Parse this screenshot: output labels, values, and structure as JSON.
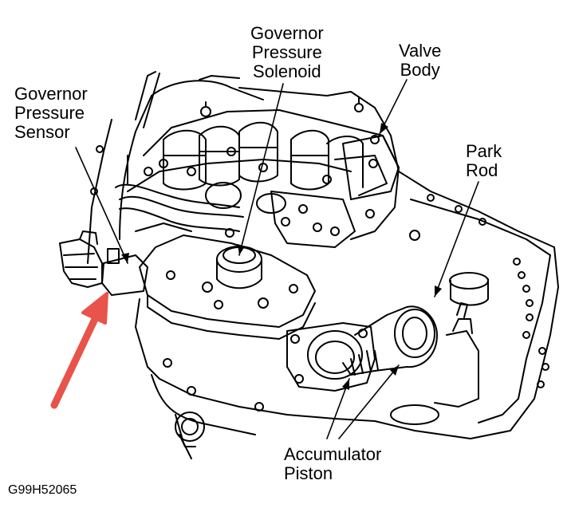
{
  "labels": {
    "governor_pressure_sensor": [
      "Governor",
      "Pressure",
      "Sensor"
    ],
    "governor_pressure_solenoid": [
      "Governor",
      "Pressure",
      "Solenoid"
    ],
    "valve_body": [
      "Valve",
      "Body"
    ],
    "park_rod": [
      "Park",
      "Rod"
    ],
    "accumulator_piston": [
      "Accumulator",
      "Piston"
    ]
  },
  "figure_code": "G99H52065",
  "colors": {
    "line": "#000000",
    "background": "#ffffff",
    "highlight_arrow": "#e8534a"
  }
}
